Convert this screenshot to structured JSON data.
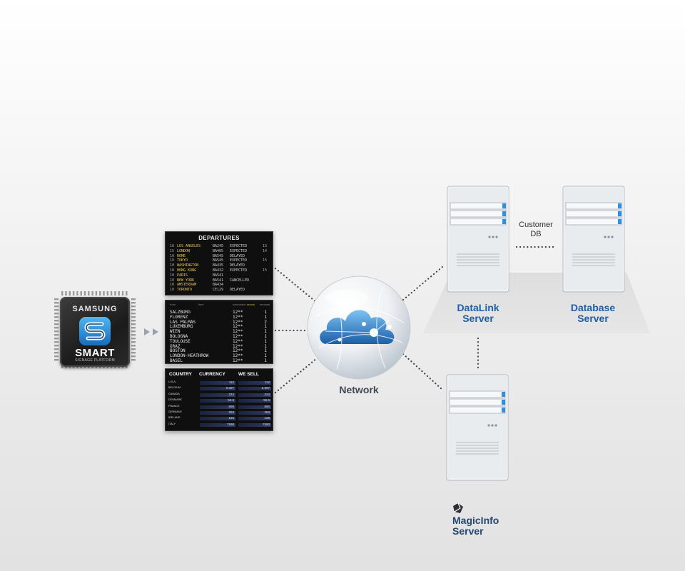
{
  "chip": {
    "brand": "SAMSUNG",
    "product": "SMART",
    "subtitle": "SIGNAGE PLATFORM"
  },
  "boards": {
    "departures": {
      "title": "DEPARTURES",
      "rows": [
        {
          "n": "10",
          "city": "LOS ANGELES",
          "flight": "BA245",
          "status": "EXPECTED",
          "time": "13"
        },
        {
          "n": "15",
          "city": "LONDON",
          "flight": "BA465",
          "status": "EXPECTED",
          "time": "14"
        },
        {
          "n": "10",
          "city": "ROME",
          "flight": "BA545",
          "status": "DELAYED",
          "time": ""
        },
        {
          "n": "10",
          "city": "TOKYO",
          "flight": "BA545",
          "status": "EXPECTED",
          "time": "15"
        },
        {
          "n": "10",
          "city": "WASHINGTON",
          "flight": "BA435",
          "status": "DELAYED",
          "time": ""
        },
        {
          "n": "10",
          "city": "HONG KONG",
          "flight": "BA432",
          "status": "EXPECTED",
          "time": "15"
        },
        {
          "n": "10",
          "city": "PARIS",
          "flight": "BA541",
          "status": "",
          "time": ""
        },
        {
          "n": "10",
          "city": "NEW YORK",
          "flight": "BA541",
          "status": "CANCELLED",
          "time": ""
        },
        {
          "n": "10",
          "city": "AMSTERDAM",
          "flight": "BA434",
          "status": "",
          "time": ""
        },
        {
          "n": "10",
          "city": "TORONTO",
          "flight": "CE129",
          "status": "DELAYED",
          "time": ""
        }
      ]
    },
    "arrivals": {
      "headers": [
        "from",
        "time",
        "scheduled",
        "arrival",
        "terminal"
      ],
      "rows": [
        {
          "city": "SALZBURG",
          "time": "12**",
          "gate": "1"
        },
        {
          "city": "FLORENZ",
          "time": "12**",
          "gate": "1"
        },
        {
          "city": "LAS PALMAS",
          "time": "12**",
          "gate": "2"
        },
        {
          "city": "LUXEMBURG",
          "time": "12**",
          "gate": "1"
        },
        {
          "city": "WIEN",
          "time": "12**",
          "gate": "1"
        },
        {
          "city": "BOLOGNA",
          "time": "12**",
          "gate": "1"
        },
        {
          "city": "TOULOUSE",
          "time": "12**",
          "gate": "1"
        },
        {
          "city": "GRAZ",
          "time": "12**",
          "gate": "1"
        },
        {
          "city": "BOSTON",
          "time": "12**",
          "gate": "1"
        },
        {
          "city": "LONDON-HEATHROW",
          "time": "12**",
          "gate": "1"
        },
        {
          "city": "BASEL",
          "time": "12**",
          "gate": "1"
        }
      ]
    },
    "currency": {
      "headers": [
        "COUNTRY",
        "CURRENCY",
        "WE SELL"
      ],
      "rows": [
        {
          "country": "U.S.A.",
          "cur": "112",
          "sell": "112"
        },
        {
          "country": "BELGIUM",
          "cur": "5.097",
          "sell": "5.097"
        },
        {
          "country": "CANADA",
          "cur": "224",
          "sell": "224"
        },
        {
          "country": "DENMARK",
          "cur": "56.5",
          "sell": "56.5"
        },
        {
          "country": "FRANCE",
          "cur": "890",
          "sell": "890"
        },
        {
          "country": "GERMANY",
          "cur": "253",
          "sell": "253"
        },
        {
          "country": "IRELAND",
          "cur": "125",
          "sell": "125"
        },
        {
          "country": "ITALY",
          "cur": "7590",
          "sell": "7590"
        }
      ]
    }
  },
  "network": {
    "label": "Network"
  },
  "servers": {
    "datalink": {
      "line1": "DataLink",
      "line2": "Server"
    },
    "database": {
      "line1": "Database",
      "line2": "Server"
    },
    "magicinfo": {
      "line1": "MagicInfo",
      "line2": "Server"
    }
  },
  "customer_db": {
    "line1": "Customer",
    "line2": "DB"
  },
  "colors": {
    "label_blue": "#1f5ea8",
    "magicinfo_label": "#24466f",
    "led_blue": "#2f8fe0"
  }
}
